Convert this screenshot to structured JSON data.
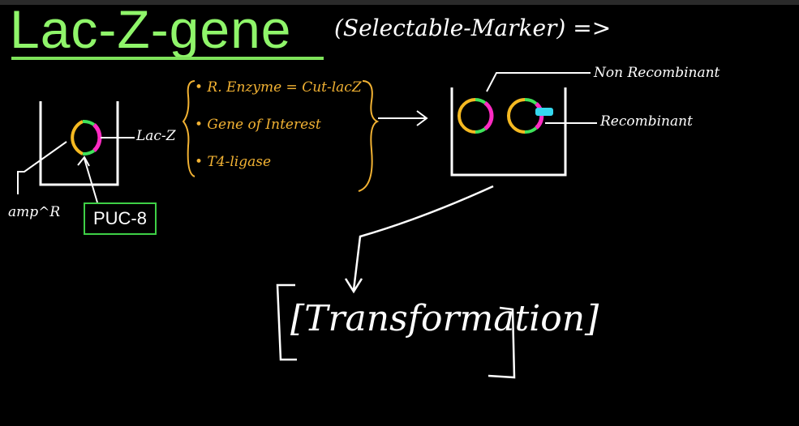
{
  "title": "Lac-Z-gene",
  "subtitle": "(Selectable-Marker) =>",
  "labels": {
    "lacz": "Lac-Z",
    "ampr": "amp^R",
    "puc": "PUC-8",
    "non_recombinant": "Non Recombinant",
    "recombinant": "Recombinant",
    "transformation": "[Transformation]"
  },
  "steps": [
    "• R. Enzyme = Cut-lacZ",
    "• Gene of Interest",
    "• T4-ligase"
  ],
  "colors": {
    "title": "#8ff56a",
    "ori_arc": "#f5b921",
    "lacz_arc": "#ff2bc2",
    "green_arc": "#3fe25a",
    "insert": "#35d8ef",
    "steps_text": "#f2b233"
  }
}
